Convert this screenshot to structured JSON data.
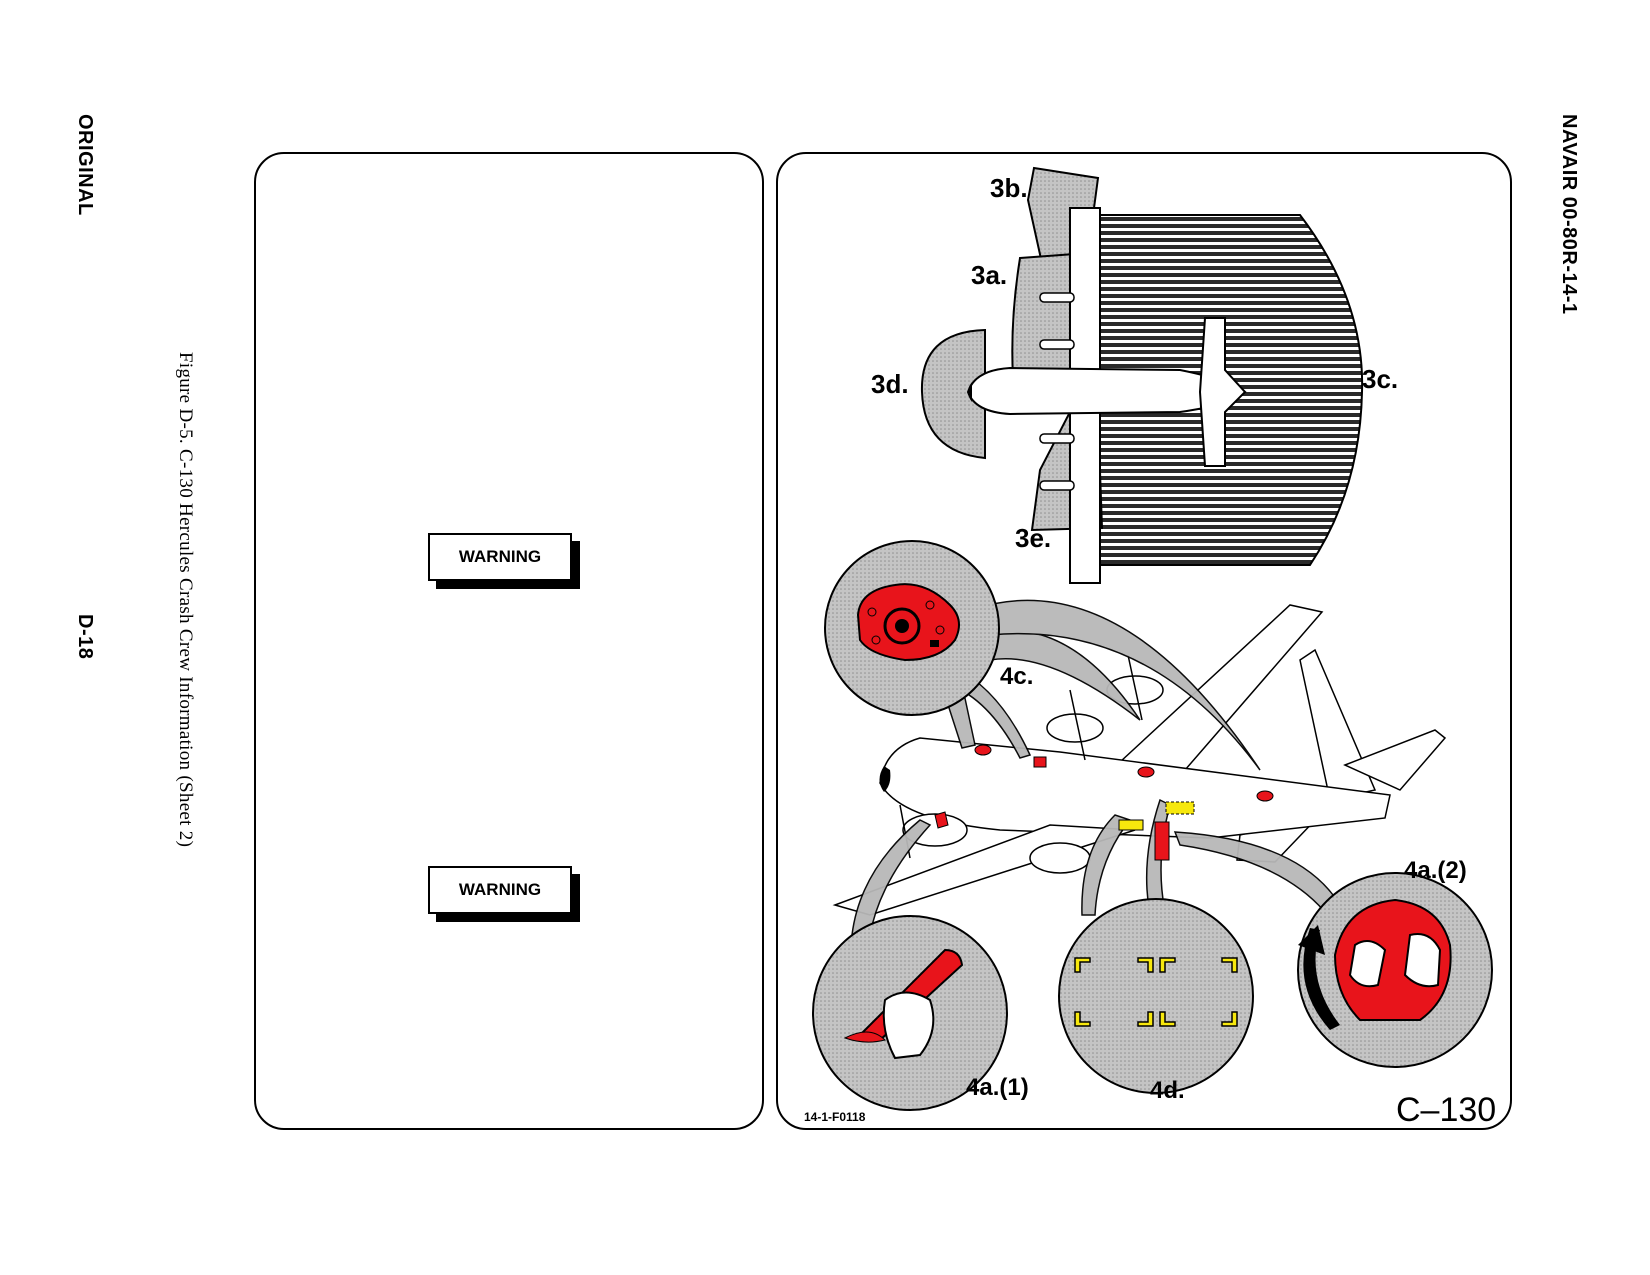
{
  "page": {
    "status": "ORIGINAL",
    "page_number": "D-18",
    "doc_id": "NAVAIR 00-80R-14-1",
    "caption": "Figure D-5.  C-130 Hercules Crash Crew Information (Sheet 2)"
  },
  "left_panel": {
    "warning_1": "WARNING",
    "warning_2": "WARNING"
  },
  "figure": {
    "labels": {
      "l3a": "3a.",
      "l3b": "3b.",
      "l3c": "3c.",
      "l3d": "3d.",
      "l3e": "3e.",
      "l4c": "4c.",
      "l4a1": "4a.(1)",
      "l4a2": "4a.(2)",
      "l4d": "4d."
    },
    "figure_code": "14-1-F0118",
    "aircraft": "C–130",
    "colors": {
      "hazard_gray": "#bdbdbd",
      "handle_red": "#e8141b",
      "marker_yellow": "#f7e80d"
    }
  }
}
